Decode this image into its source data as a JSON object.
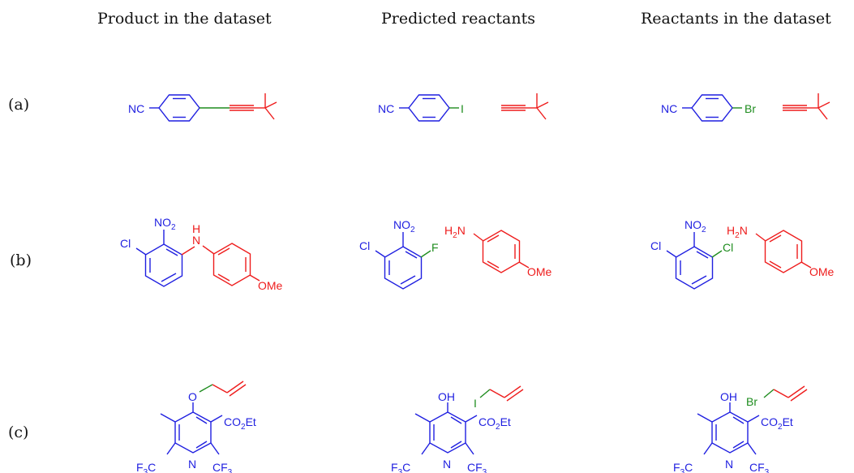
{
  "headers": {
    "product": "Product in the dataset",
    "predicted": "Predicted reactants",
    "reference": "Reactants in the dataset"
  },
  "rows": [
    {
      "label": "(a)"
    },
    {
      "label": "(b)"
    },
    {
      "label": "(c)"
    }
  ],
  "atoms": {
    "nitrile": "NC",
    "iodo": "I",
    "bromo": "Br",
    "chloro": "Cl",
    "fluoro": "F",
    "nitro_main": "NO",
    "nitro_sub": "2",
    "amine_h": "H",
    "amine_main": "H",
    "amine_sub": "2",
    "amine_n": "N",
    "methoxy": "OMe",
    "oxygen": "O",
    "hydroxy": "OH",
    "ester_main": "CO",
    "ester_sub": "2",
    "ester_tail": "Et",
    "cf3_main": "F",
    "cf3_sub": "3",
    "cf3_c": "C",
    "cf3r_main": "CF",
    "pyridine_n": "N"
  },
  "colors": {
    "scaffold": "#1f1fe0",
    "fragment": "#ee1c1c",
    "leaving_group": "#1e8c1e",
    "text": "#111111"
  }
}
